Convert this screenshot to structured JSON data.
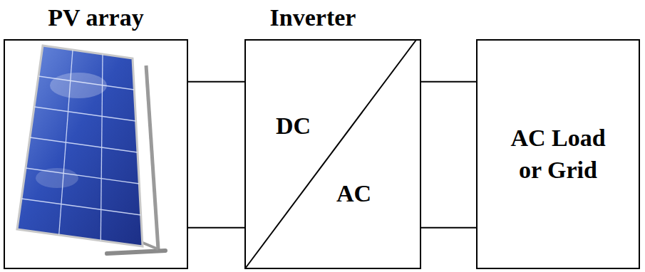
{
  "diagram": {
    "nodes": [
      {
        "text": [
          "PV array"
        ]
      },
      {
        "text": [
          "Inverter",
          "DC",
          "AC"
        ]
      },
      {
        "text": [
          "AC Load or Grid"
        ]
      }
    ],
    "edges": [
      {
        "from": 0,
        "to": 1,
        "arrow": "none"
      },
      {
        "from": 0,
        "to": 1,
        "arrow": "none"
      },
      {
        "from": 1,
        "to": 2,
        "arrow": "none"
      },
      {
        "from": 1,
        "to": 2,
        "arrow": "none"
      }
    ]
  }
}
